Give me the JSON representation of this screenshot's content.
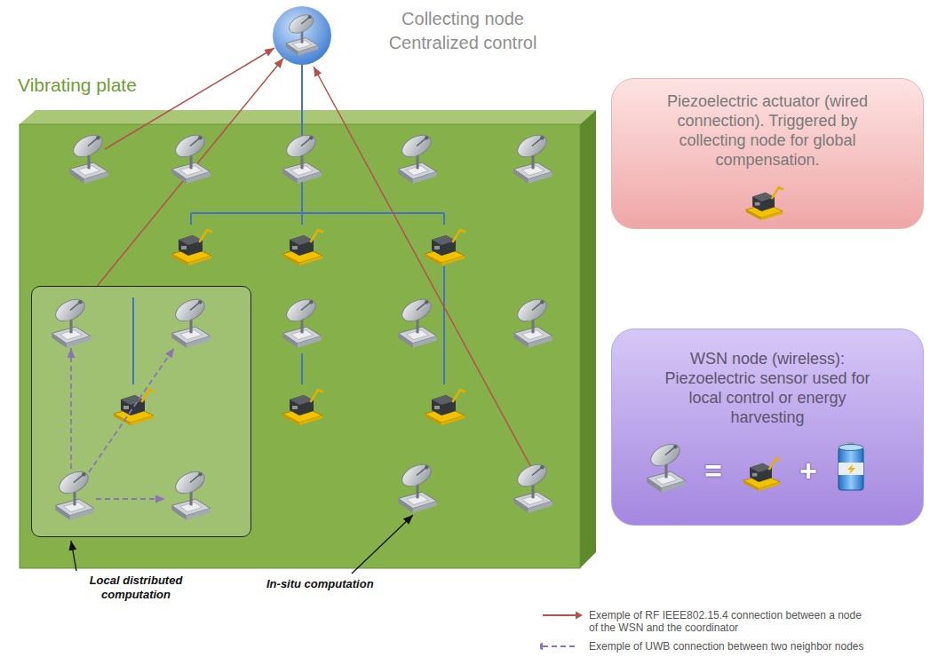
{
  "diagram": {
    "nodes": [
      {
        "text": [
          "Collecting node Centralized control"
        ]
      },
      {
        "text": [
          "Vibrating plate"
        ]
      },
      {
        "text": [
          "Local distributed computation"
        ],
        "in": 1
      },
      {
        "text": [
          "Piezoelectric actuator (wired connection). Triggered by collecting node for global compensation."
        ]
      },
      {
        "text": [
          "WSN node (wireless): Piezoelectric sensor used for local control or energy harvesting",
          "=",
          "+"
        ]
      }
    ],
    "edges": [
      {
        "from": 2,
        "to": 0,
        "arrow": "to"
      }
    ],
    "labels": [
      "In-situ computation"
    ],
    "legend": [
      {
        "text": "Exemple of RF IEEE802.15.4 connection between a node of the WSN and the coordinator"
      },
      {
        "text": "Exemple of UWB connection between two neighbor nodes"
      }
    ]
  }
}
